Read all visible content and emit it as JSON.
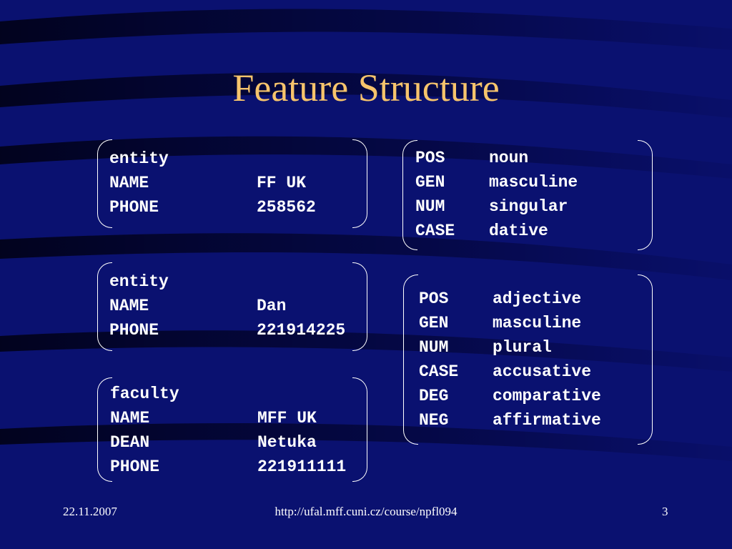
{
  "slide": {
    "title": "Feature Structure",
    "footer": {
      "date": "22.11.2007",
      "url": "http://ufal.mff.cuni.cz/course/npfl094",
      "page": "3"
    }
  },
  "left_structures": [
    {
      "type": "entity",
      "rows": [
        {
          "attr": "NAME",
          "value": "FF UK"
        },
        {
          "attr": "PHONE",
          "value": "258562"
        }
      ]
    },
    {
      "type": "entity",
      "rows": [
        {
          "attr": "NAME",
          "value": "Dan"
        },
        {
          "attr": "PHONE",
          "value": "221914225"
        }
      ]
    },
    {
      "type": "faculty",
      "rows": [
        {
          "attr": "NAME",
          "value": "MFF UK"
        },
        {
          "attr": "DEAN",
          "value": "Netuka"
        },
        {
          "attr": "PHONE",
          "value": "221911111"
        }
      ]
    }
  ],
  "right_structures": [
    {
      "rows": [
        {
          "attr": "POS",
          "value": "noun"
        },
        {
          "attr": "GEN",
          "value": "masculine"
        },
        {
          "attr": "NUM",
          "value": "singular"
        },
        {
          "attr": "CASE",
          "value": "dative"
        }
      ]
    },
    {
      "rows": [
        {
          "attr": "POS",
          "value": "adjective"
        },
        {
          "attr": "GEN",
          "value": "masculine"
        },
        {
          "attr": "NUM",
          "value": "plural"
        },
        {
          "attr": "CASE",
          "value": "accusative"
        },
        {
          "attr": "DEG",
          "value": "comparative"
        },
        {
          "attr": "NEG",
          "value": "affirmative"
        }
      ]
    }
  ],
  "colors": {
    "background": "#0a1170",
    "title": "#f6c46c",
    "text": "#ffffff"
  }
}
